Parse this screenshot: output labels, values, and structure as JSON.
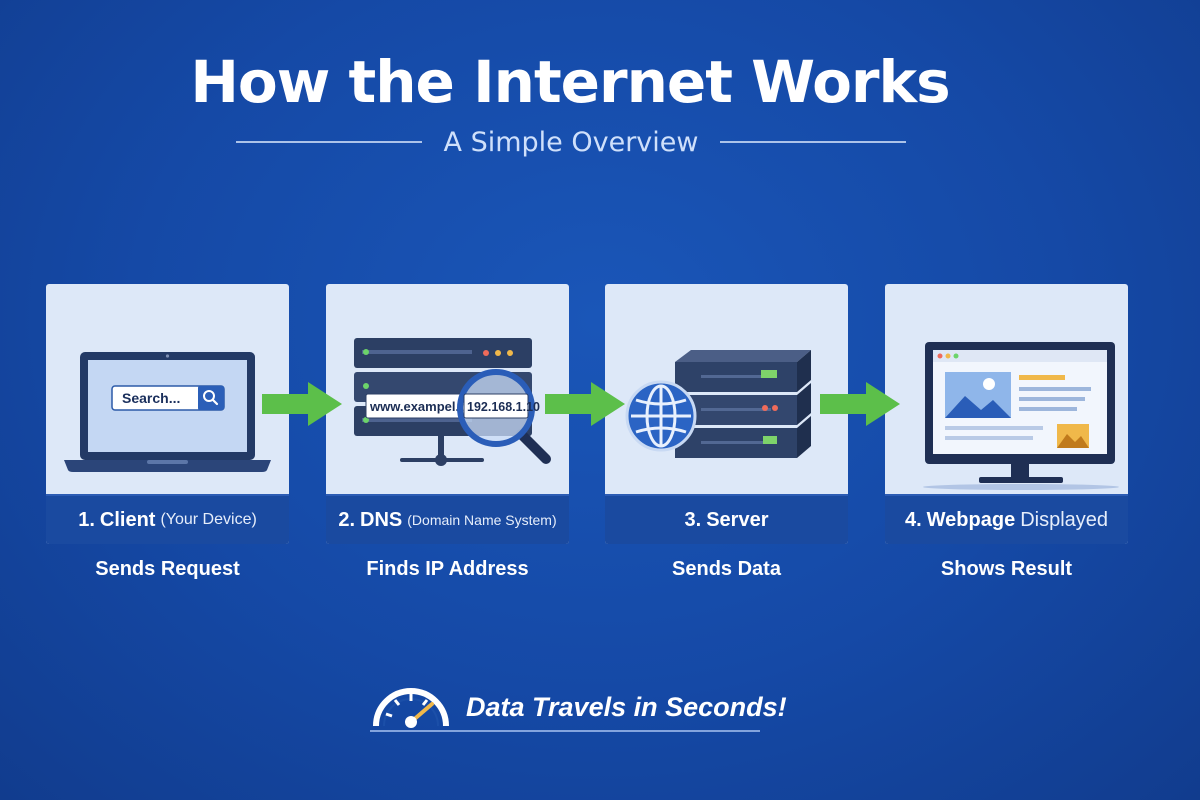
{
  "title": "How the Internet Works",
  "subtitle": "A Simple Overview",
  "steps": [
    {
      "num": "1.",
      "name": "Client",
      "detail": "(Your Device)",
      "caption": "Sends Request",
      "icon": "laptop-icon",
      "search_text": "Search..."
    },
    {
      "num": "2.",
      "name": "DNS",
      "detail": "(Domain Name System)",
      "caption": "Finds IP Address",
      "icon": "dns-server-icon",
      "url_text": "www.exampel.com",
      "ip_text": "192.168.1.10"
    },
    {
      "num": "3.",
      "name": "Server",
      "detail": "",
      "caption": "Sends Data",
      "icon": "server-globe-icon"
    },
    {
      "num": "4.",
      "name": "Webpage",
      "detail": "Displayed",
      "caption": "Shows Result",
      "icon": "monitor-webpage-icon"
    }
  ],
  "footer": {
    "text": "Data Travels in Seconds!",
    "icon": "speedometer-icon"
  },
  "colors": {
    "background": "#1549a6",
    "card": "#dde8f8",
    "label_bar": "#1a4aa0",
    "arrow": "#5cbf4a"
  }
}
